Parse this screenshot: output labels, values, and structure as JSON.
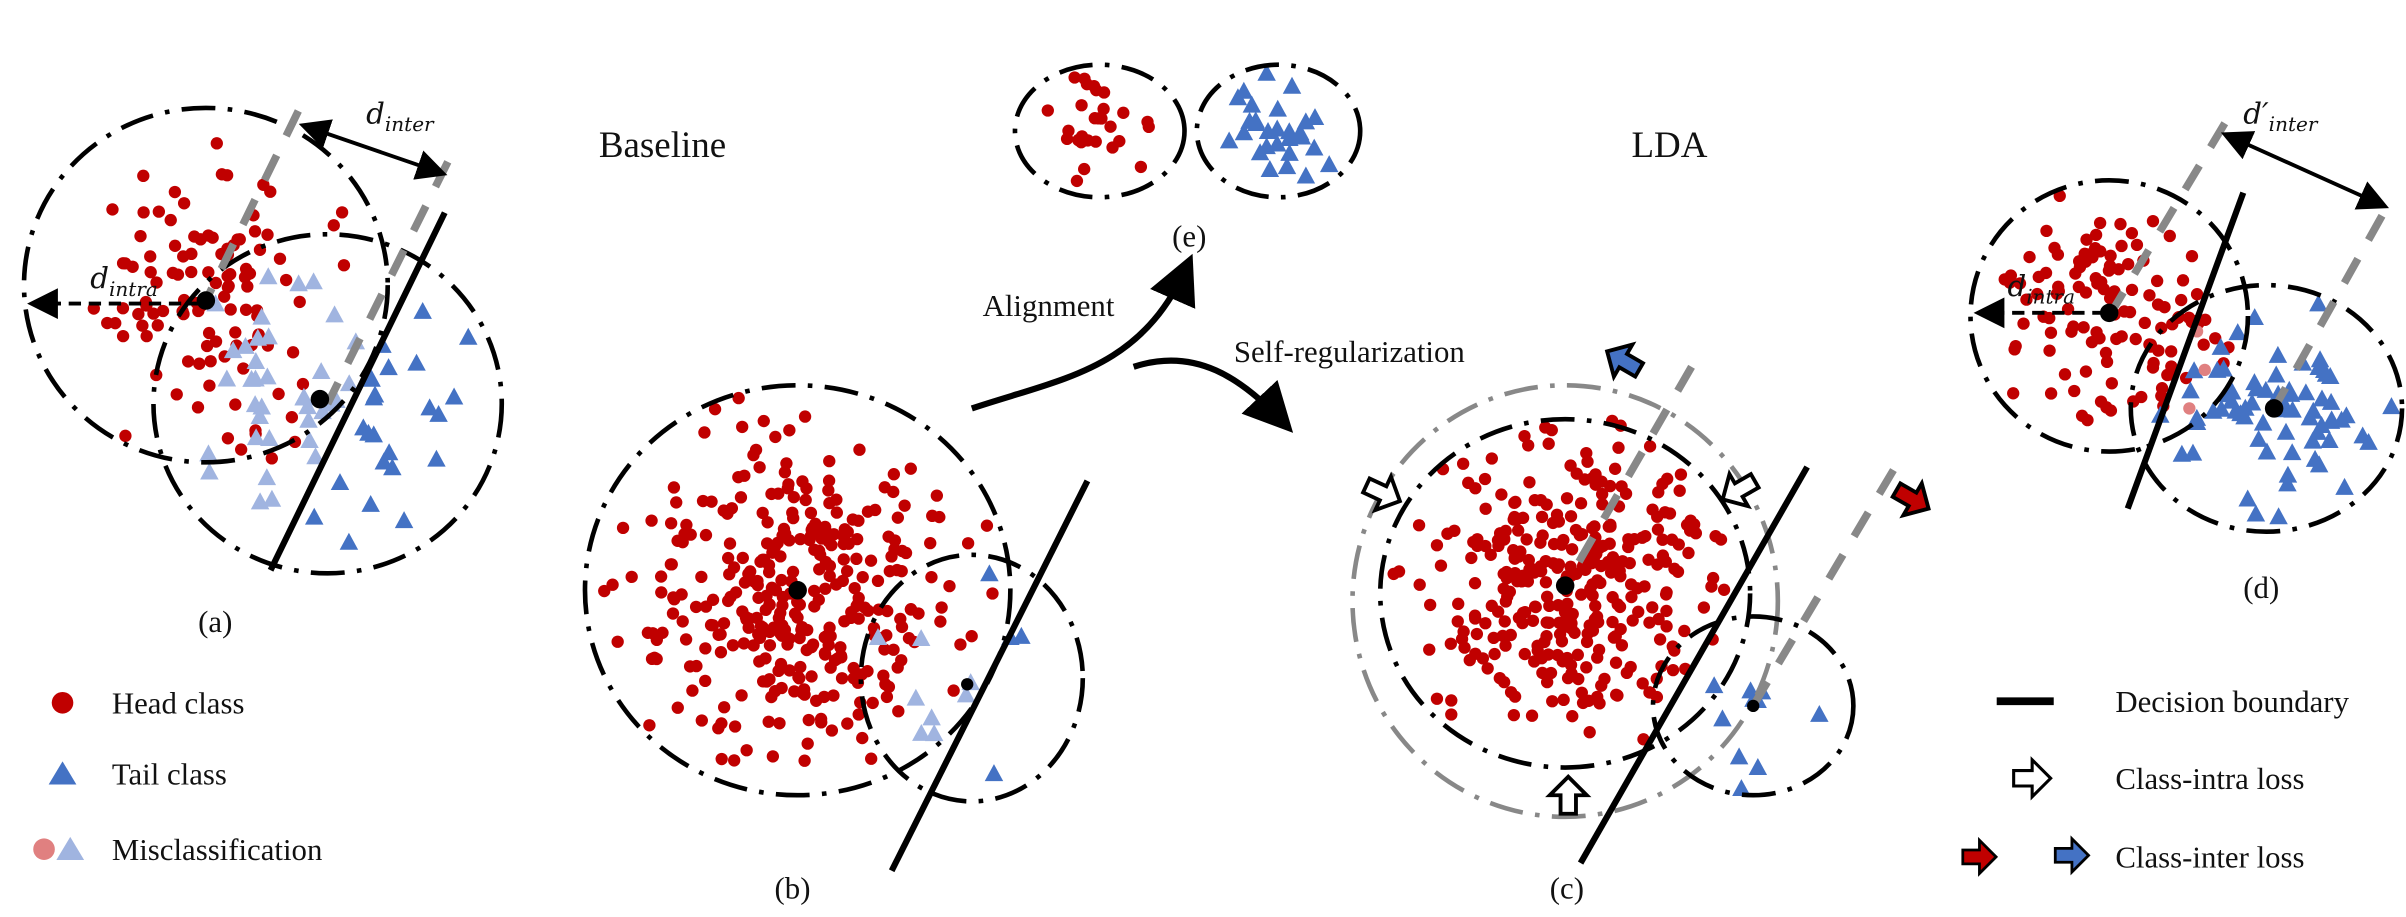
{
  "colors": {
    "head": "#c00000",
    "tail": "#4472c4",
    "head_mis": "#e08080",
    "tail_mis": "#a0b4e0",
    "boundary": "#000000",
    "guide": "#888888"
  },
  "titles": {
    "baseline": "Baseline",
    "lda": "LDA"
  },
  "panels": {
    "a": "(a)",
    "b": "(b)",
    "c": "(c)",
    "d": "(d)",
    "e": "(e)"
  },
  "math": {
    "d_inter": "d",
    "d_inter_sub": "inter",
    "d_intra": "d",
    "d_intra_sub": "intra",
    "d_inter_prime": "d′",
    "d_intra_d": "d",
    "d_intra_d_sub": "intra"
  },
  "flow": {
    "alignment": "Alignment",
    "self_reg": "Self-regularization"
  },
  "legend_left": {
    "head": "Head class",
    "tail": "Tail class",
    "mis": "Misclassification"
  },
  "legend_right": {
    "boundary": "Decision boundary",
    "intra": "Class-intra loss",
    "inter": "Class-inter loss"
  }
}
